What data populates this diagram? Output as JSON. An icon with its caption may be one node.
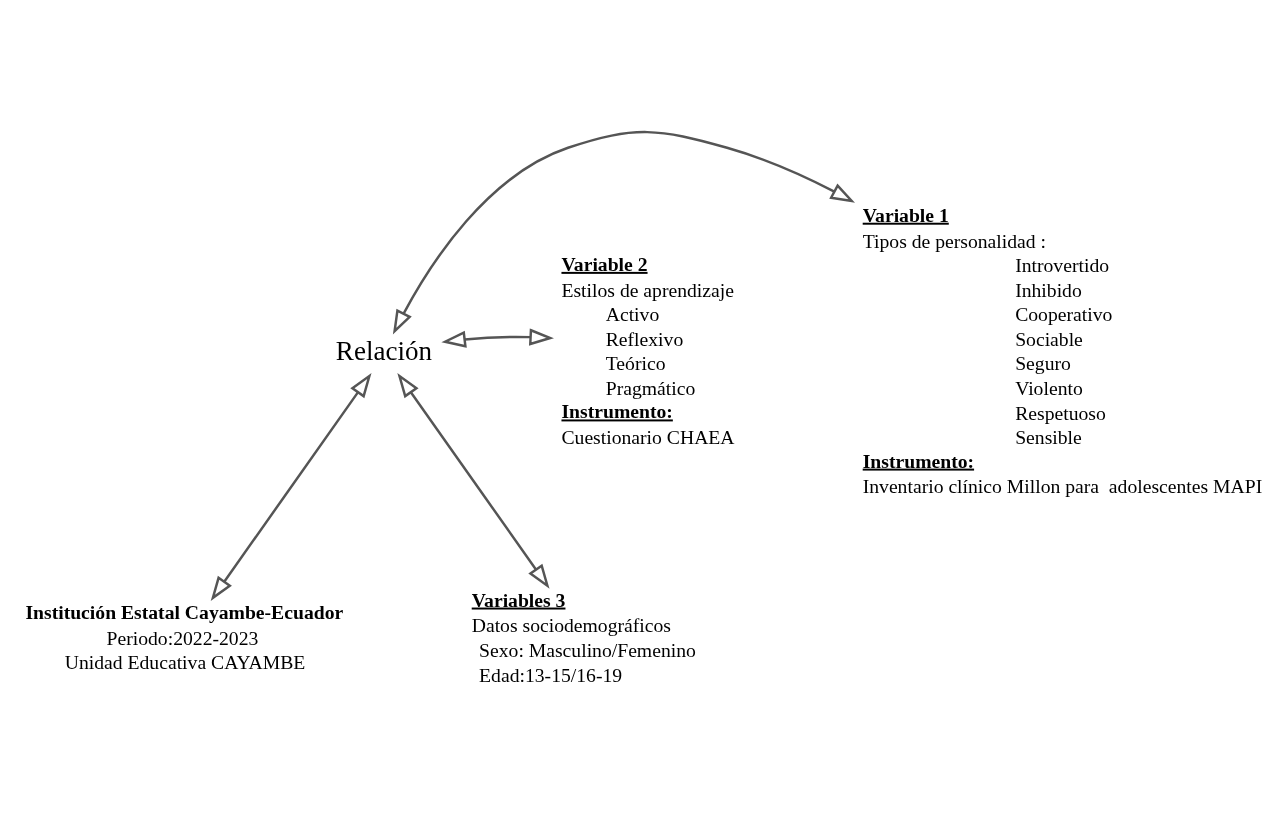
{
  "diagram": {
    "nodes": [
      {
        "text": [
          "Institución Estatal Cayambe-Ecuador",
          "Periodo:2022-2023",
          "Unidad Educativa CAYAMBE"
        ]
      },
      {
        "text": [
          "Variable 1",
          "Tipos de personalidad :",
          "Introvertido",
          "Inhibido",
          "Cooperativo",
          "Sociable",
          "Seguro",
          "Violento",
          "Respetuoso",
          "Sensible",
          "Instrumento:",
          "Inventario clínico Millon para  adolescentes MAPI"
        ]
      },
      {
        "text": [
          "Relación"
        ]
      },
      {
        "text": [
          "Variable 2",
          "Estilos de aprendizaje",
          "Activo",
          "Reflexivo",
          "Teórico",
          "Pragmático",
          "Instrumento:",
          "Cuestionario CHAEA"
        ]
      },
      {
        "text": [
          "Variables 3",
          "Datos sociodemográficos",
          "Sexo: Masculino/Femenino",
          "Edad:13-15/16-19"
        ]
      }
    ],
    "edges": [
      {
        "from": 2,
        "to": 0,
        "arrow": "both"
      },
      {
        "from": 2,
        "to": 1,
        "arrow": "both"
      },
      {
        "from": 2,
        "to": 3,
        "arrow": "both"
      },
      {
        "from": 2,
        "to": 4,
        "arrow": "both"
      }
    ]
  }
}
